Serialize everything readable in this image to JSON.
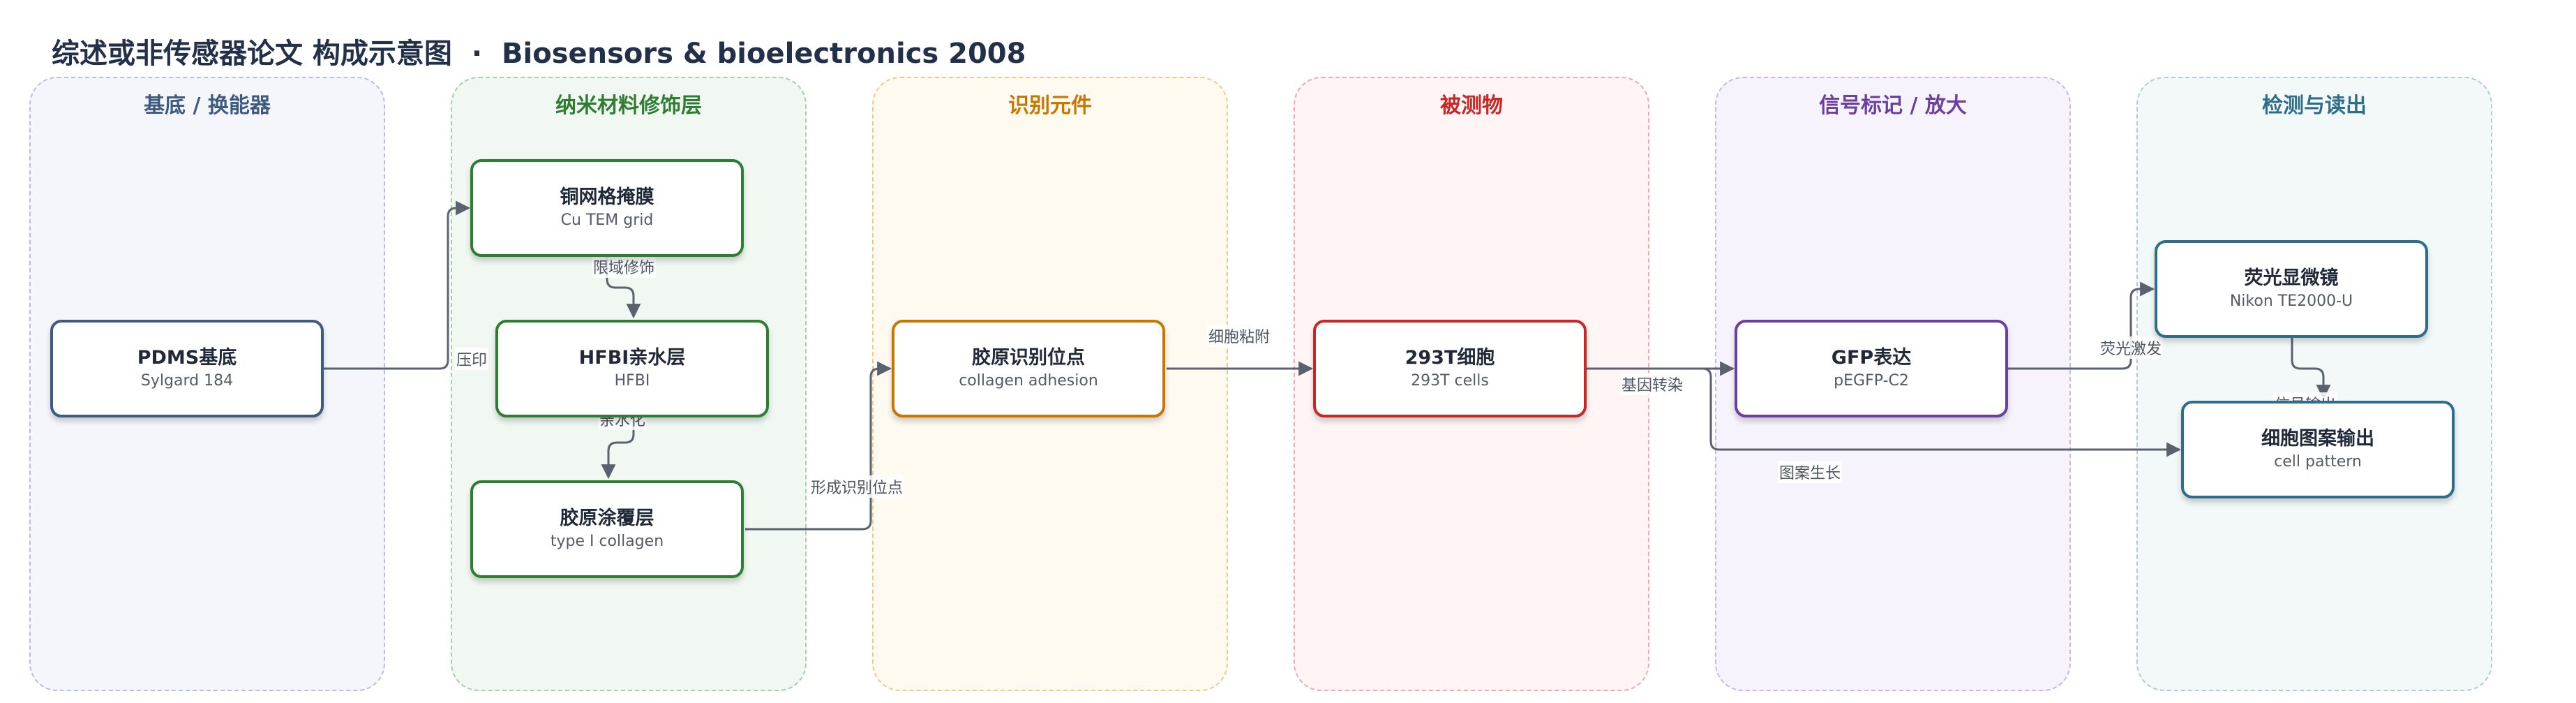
{
  "title": {
    "main": "综述或非传感器论文 构成示意图",
    "sep": "·",
    "source": "Biosensors & bioelectronics 2008"
  },
  "lanes": [
    {
      "id": "substrate",
      "title": "基底 / 换能器",
      "color": "#3d5a80",
      "border": "#b7bfd8",
      "bg": "#f5f6fb"
    },
    {
      "id": "nano",
      "title": "纳米材料修饰层",
      "color": "#2e7d32",
      "border": "#a5cfa8",
      "bg": "#f0f8f1"
    },
    {
      "id": "recog",
      "title": "识别元件",
      "color": "#c77700",
      "border": "#f0c98a",
      "bg": "#fffaf0"
    },
    {
      "id": "analyte",
      "title": "被测物",
      "color": "#c62828",
      "border": "#eeaaaa",
      "bg": "#fff5f5"
    },
    {
      "id": "signal",
      "title": "信号标记 / 放大",
      "color": "#6a3fa0",
      "border": "#c8b7e0",
      "bg": "#f7f3fc"
    },
    {
      "id": "detect",
      "title": "检测与读出",
      "color": "#2f6e8a",
      "border": "#b1cbd6",
      "bg": "#f3f8f8"
    }
  ],
  "nodes": {
    "pdms": {
      "title": "PDMS基底",
      "sub": "Sylgard 184",
      "color": "#3d5a80"
    },
    "cugrid": {
      "title": "铜网格掩膜",
      "sub": "Cu TEM grid",
      "color": "#2e7d32"
    },
    "hfbi": {
      "title": "HFBI亲水层",
      "sub": "HFBI",
      "color": "#2e7d32"
    },
    "collagen": {
      "title": "胶原涂覆层",
      "sub": "type I collagen",
      "color": "#2e7d32"
    },
    "site": {
      "title": "胶原识别位点",
      "sub": "collagen adhesion",
      "color": "#c77700"
    },
    "cells": {
      "title": "293T细胞",
      "sub": "293T cells",
      "color": "#c62828"
    },
    "gfp": {
      "title": "GFP表达",
      "sub": "pEGFP-C2",
      "color": "#6a3fa0"
    },
    "microscope": {
      "title": "荧光显微镜",
      "sub": "Nikon TE2000-U",
      "color": "#2f6e8a"
    },
    "pattern": {
      "title": "细胞图案输出",
      "sub": "cell pattern",
      "color": "#2f6e8a"
    }
  },
  "edges": {
    "press": "压印",
    "confine": "限域修饰",
    "hydrophilic": "亲水化",
    "form_site": "形成识别位点",
    "adhesion": "细胞粘附",
    "transfect": "基因转染",
    "excite": "荧光激发",
    "readout": "信号输出",
    "growth": "图案生长"
  },
  "colors": {
    "edge": "#5a6270"
  }
}
